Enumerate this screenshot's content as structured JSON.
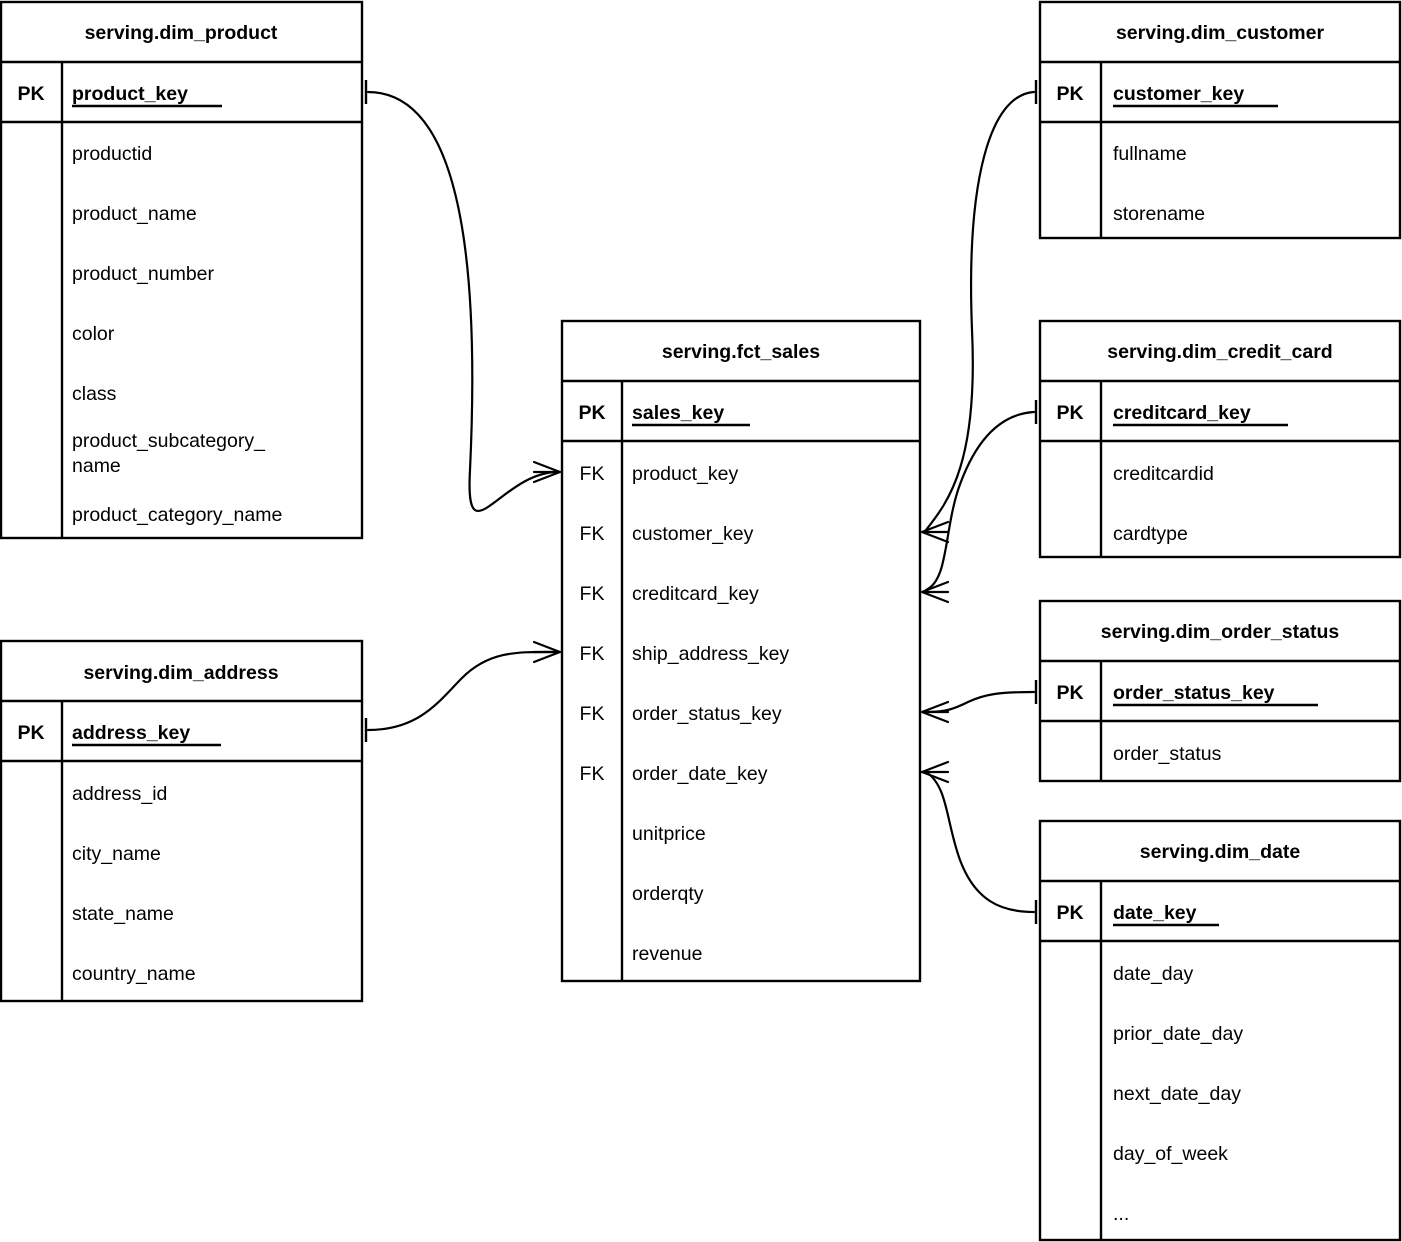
{
  "diagram": {
    "title": "Star schema ER diagram",
    "notation": "crow's-foot",
    "background_color": "#ffffff",
    "line_color": "#000000"
  },
  "tables": {
    "dim_product": {
      "name": "serving.dim_product",
      "pk_label": "PK",
      "pk_column": "product_key",
      "attributes": [
        "productid",
        "product_name",
        "product_number",
        "color",
        "class",
        "product_subcategory_",
        "name",
        "product_category_name"
      ]
    },
    "dim_customer": {
      "name": "serving.dim_customer",
      "pk_label": "PK",
      "pk_column": "customer_key",
      "attributes": [
        "fullname",
        "storename"
      ]
    },
    "dim_credit_card": {
      "name": "serving.dim_credit_card",
      "pk_label": "PK",
      "pk_column": "creditcard_key",
      "attributes": [
        "creditcardid",
        "cardtype"
      ]
    },
    "dim_order_status": {
      "name": "serving.dim_order_status",
      "pk_label": "PK",
      "pk_column": "order_status_key",
      "attributes": [
        "order_status"
      ]
    },
    "dim_date": {
      "name": "serving.dim_date",
      "pk_label": "PK",
      "pk_column": "date_key",
      "attributes": [
        "date_day",
        "prior_date_day",
        "next_date_day",
        "day_of_week",
        "..."
      ]
    },
    "dim_address": {
      "name": "serving.dim_address",
      "pk_label": "PK",
      "pk_column": "address_key",
      "attributes": [
        "address_id",
        "city_name",
        "state_name",
        "country_name"
      ]
    },
    "fct_sales": {
      "name": "serving.fct_sales",
      "pk_label": "PK",
      "pk_column": "sales_key",
      "fk_label": "FK",
      "foreign_keys": [
        "product_key",
        "customer_key",
        "creditcard_key",
        "ship_address_key",
        "order_status_key",
        "order_date_key"
      ],
      "measures": [
        "unitprice",
        "orderqty",
        "revenue"
      ]
    }
  },
  "relationships": [
    {
      "from": "dim_product",
      "from_column": "product_key",
      "to": "fct_sales",
      "to_column": "product_key",
      "cardinality": "one-to-many"
    },
    {
      "from": "dim_address",
      "from_column": "address_key",
      "to": "fct_sales",
      "to_column": "ship_address_key",
      "cardinality": "one-to-many"
    },
    {
      "from": "dim_customer",
      "from_column": "customer_key",
      "to": "fct_sales",
      "to_column": "customer_key",
      "cardinality": "one-to-many"
    },
    {
      "from": "dim_credit_card",
      "from_column": "creditcard_key",
      "to": "fct_sales",
      "to_column": "creditcard_key",
      "cardinality": "one-to-many"
    },
    {
      "from": "dim_order_status",
      "from_column": "order_status_key",
      "to": "fct_sales",
      "to_column": "order_status_key",
      "cardinality": "one-to-many"
    },
    {
      "from": "dim_date",
      "from_column": "date_key",
      "to": "fct_sales",
      "to_column": "order_date_key",
      "cardinality": "one-to-many"
    }
  ]
}
